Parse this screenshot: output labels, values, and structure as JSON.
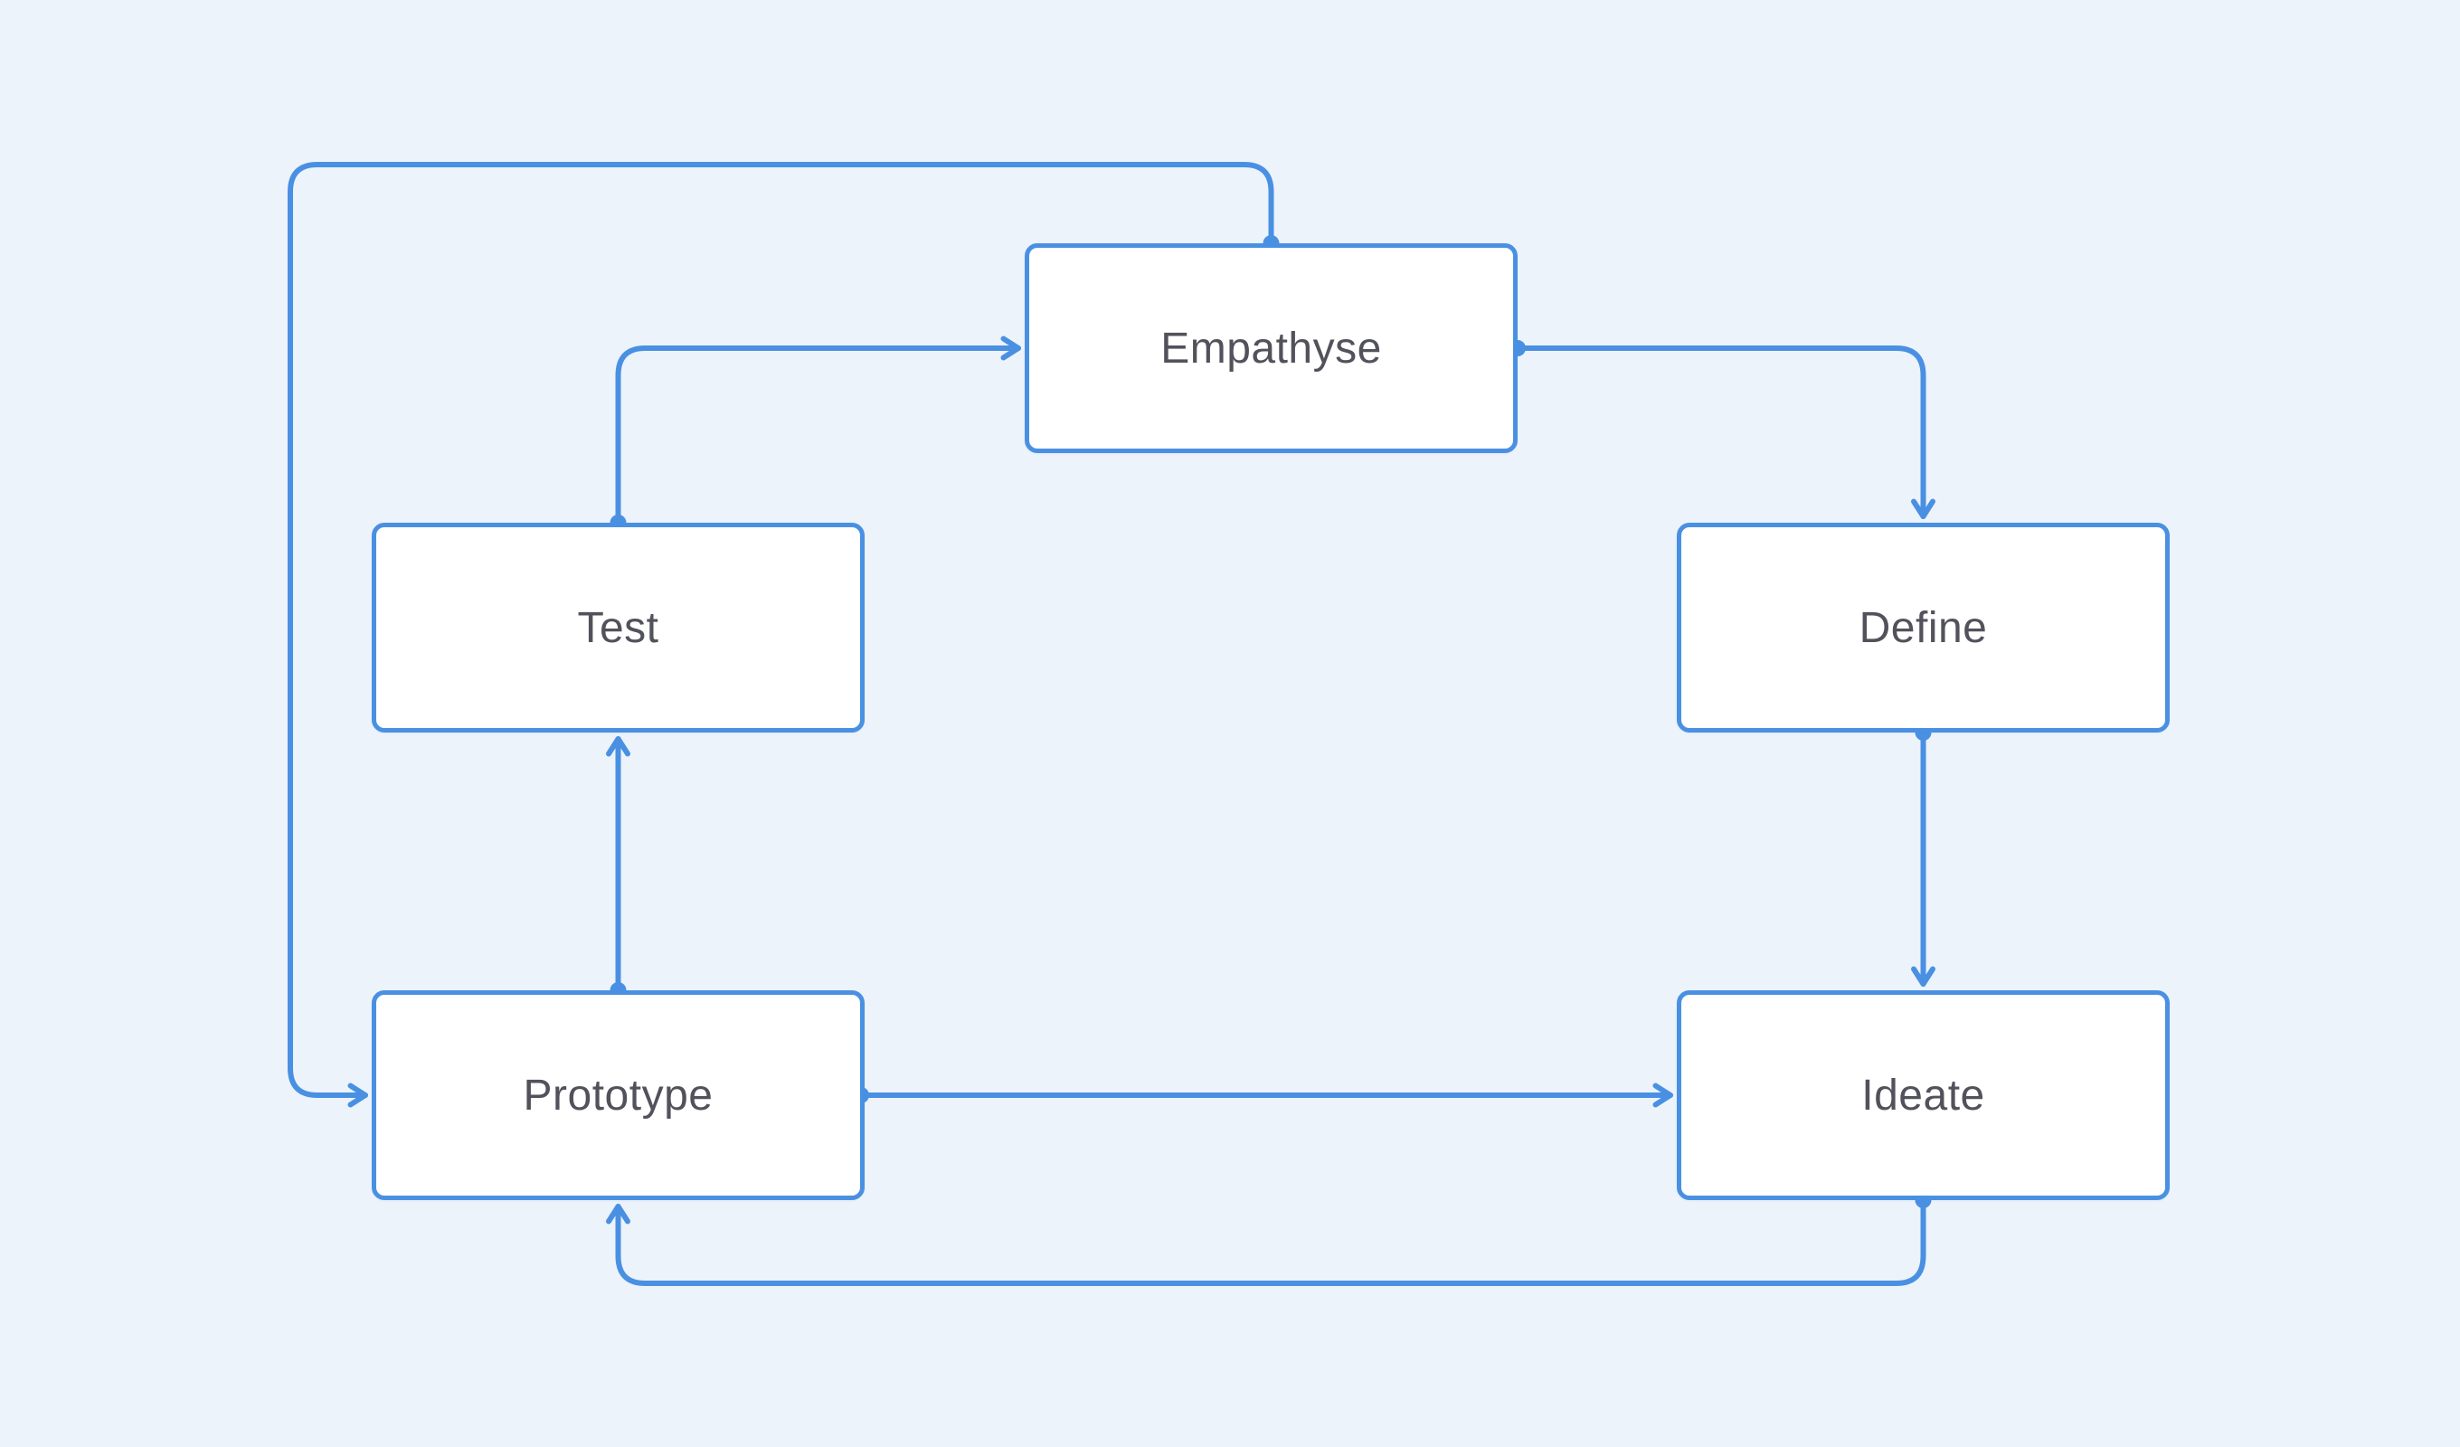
{
  "colors": {
    "background": "#ecf3fb",
    "accent": "#4a90e2",
    "node_fill": "#ffffff",
    "node_text": "#52525c"
  },
  "nodes": {
    "empathyse": {
      "label": "Empathyse"
    },
    "test": {
      "label": "Test"
    },
    "define": {
      "label": "Define"
    },
    "prototype": {
      "label": "Prototype"
    },
    "ideate": {
      "label": "Ideate"
    }
  },
  "edges": [
    {
      "from": "empathyse",
      "to": "prototype"
    },
    {
      "from": "test",
      "to": "empathyse"
    },
    {
      "from": "empathyse",
      "to": "define"
    },
    {
      "from": "define",
      "to": "ideate"
    },
    {
      "from": "prototype",
      "to": "test"
    },
    {
      "from": "prototype",
      "to": "ideate"
    },
    {
      "from": "ideate",
      "to": "prototype"
    }
  ]
}
